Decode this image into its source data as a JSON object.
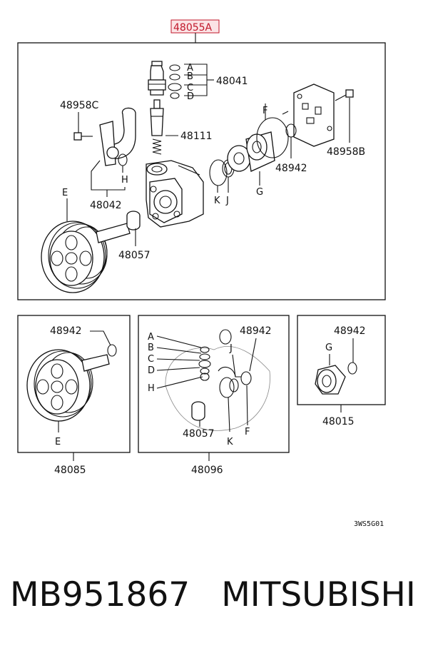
{
  "assembly_part": "48055A",
  "labels": {
    "a": "A",
    "b": "B",
    "c": "C",
    "d": "D",
    "e": "E",
    "f": "F",
    "g": "G",
    "h": "H",
    "j": "J",
    "k": "K",
    "p48041": "48041",
    "p48958c": "48958C",
    "p48111": "48111",
    "p48042": "48042",
    "p48057": "48057",
    "p48942": "48942",
    "p48958b": "48958B",
    "p48085": "48085",
    "p48096": "48096",
    "p48015": "48015"
  },
  "diagram_code": "3WS5G01",
  "footer": {
    "part_number": "MB951867",
    "brand": "MITSUBISHI"
  },
  "colors": {
    "assembly_highlight": "#c0172a",
    "line": "#111111"
  }
}
